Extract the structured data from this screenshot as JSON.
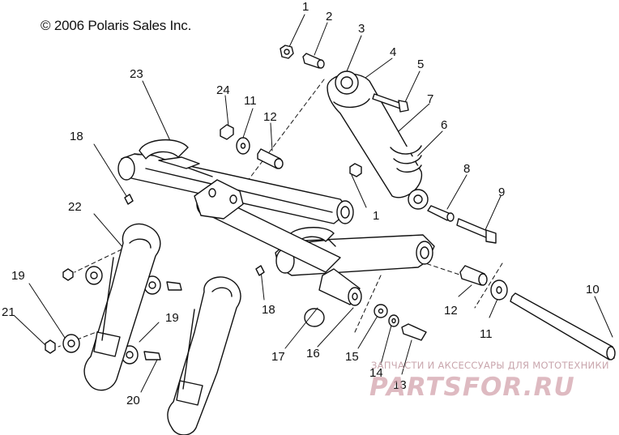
{
  "copyright": "© 2006 Polaris Sales Inc.",
  "callouts": [
    "1",
    "2",
    "3",
    "4",
    "5",
    "7",
    "6",
    "8",
    "9",
    "24",
    "11",
    "12",
    "23",
    "18",
    "1",
    "22",
    "19",
    "21",
    "19",
    "20",
    "18",
    "17",
    "16",
    "15",
    "14",
    "13",
    "12",
    "11",
    "10"
  ],
  "watermark": {
    "tagline": "ЗАПЧАСТИ И АКСЕССУАРЫ ДЛЯ МОТОТЕХНИКИ",
    "logo": "PARTSFOR.RU"
  },
  "colors": {
    "line": "#111111",
    "watermark": "#d4a3ad",
    "background": "#ffffff"
  }
}
